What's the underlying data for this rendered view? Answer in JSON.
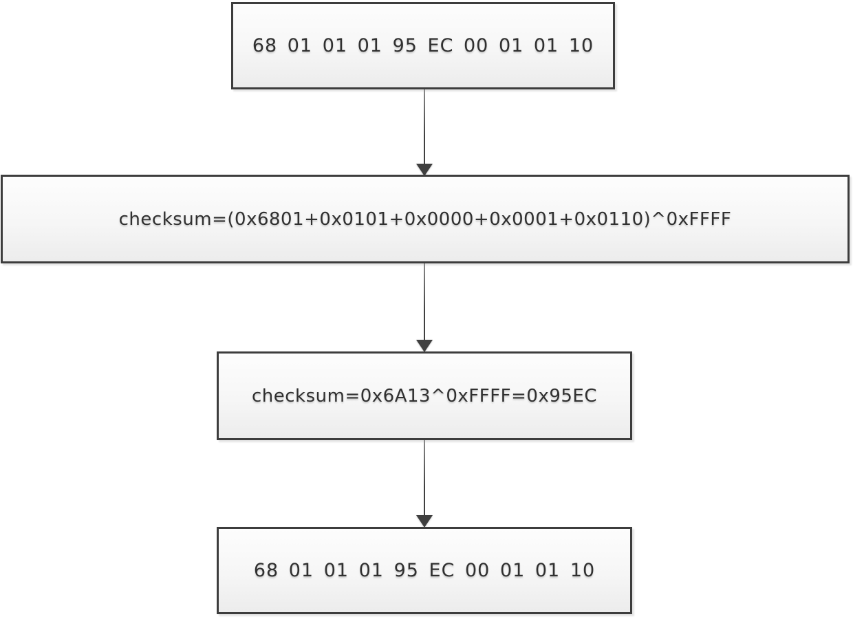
{
  "diagram": {
    "type": "flowchart",
    "nodes": [
      {
        "id": "frame-input",
        "text": "68  01  01  01  95  EC  00  01  01  10"
      },
      {
        "id": "checksum-formula",
        "text": "checksum=(0x6801+0x0101+0x0000+0x0001+0x0110)^0xFFFF"
      },
      {
        "id": "checksum-result",
        "text": "checksum=0x6A13^0xFFFF=0x95EC"
      },
      {
        "id": "frame-output",
        "text": "68  01  01  01  95  EC  00  01  01  10"
      }
    ],
    "edges": [
      {
        "from": "frame-input",
        "to": "checksum-formula",
        "direction": "down"
      },
      {
        "from": "checksum-formula",
        "to": "checksum-result",
        "direction": "down"
      },
      {
        "from": "checksum-result",
        "to": "frame-output",
        "direction": "down"
      }
    ],
    "colors": {
      "background": "#ffffff",
      "node_border": "#3d3d3d",
      "node_fill_top": "#fdfdfd",
      "node_fill_bottom": "#ececec",
      "text": "#303030",
      "arrow": "#3f3f3f"
    }
  }
}
